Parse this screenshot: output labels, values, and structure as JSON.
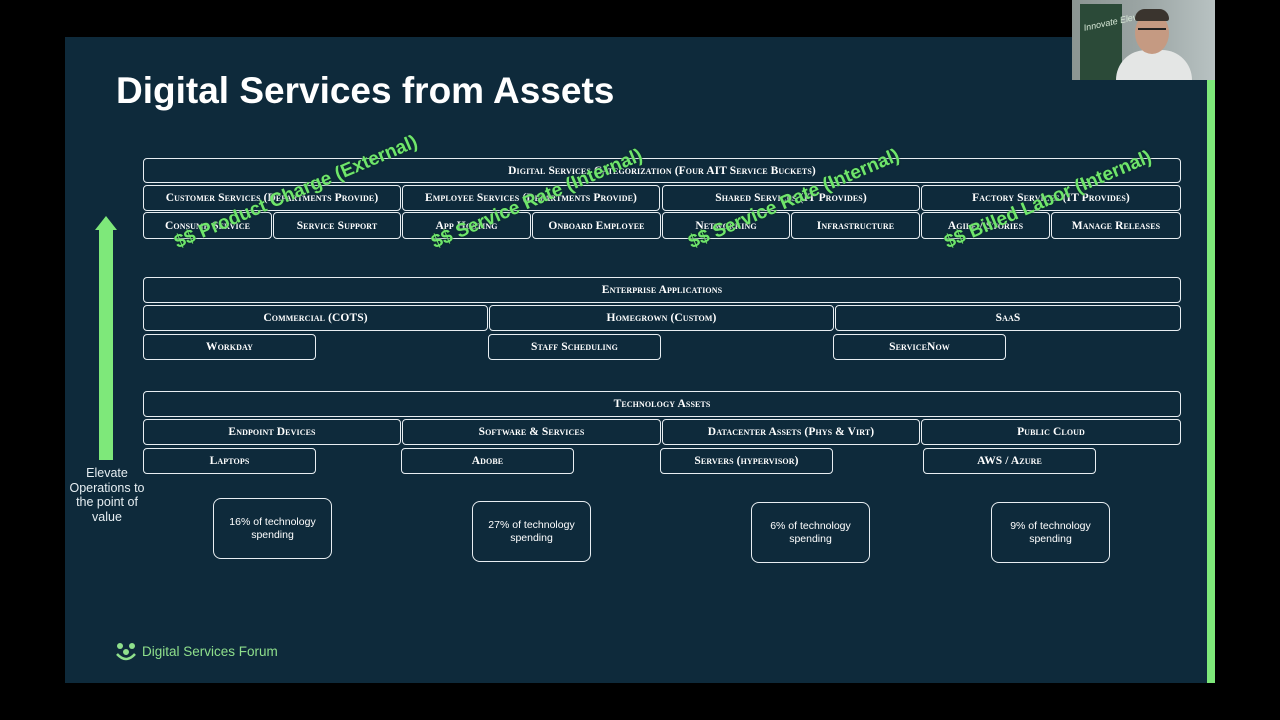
{
  "title": "Digital Services from Assets",
  "top_section": {
    "header": "Digital Services Categorization (Four AIT Service Buckets)",
    "categories": [
      "Customer Services (Departments Provide)",
      "Employee Services (Departments Provide)",
      "Shared Services (IT Provides)",
      "Factory Services (IT Provides)"
    ],
    "services": [
      "Consume Service",
      "Service Support",
      "App Hosting",
      "Onboard Employee",
      "Networking",
      "Infrastructure",
      "Agile / Stories",
      "Manage Releases"
    ]
  },
  "overlays": [
    "$$ Product Charge (External)",
    "$$ Service Rate (Internal)",
    "$$ Service Rate (Internal)",
    "$$ Billed Labor (Internal)"
  ],
  "middle_section": {
    "header": "Enterprise Applications",
    "categories": [
      "Commercial (COTS)",
      "Homegrown (Custom)",
      "SaaS"
    ],
    "examples": [
      "Workday",
      "Staff Scheduling",
      "ServiceNow"
    ]
  },
  "bottom_section": {
    "header": "Technology Assets",
    "categories": [
      "Endpoint Devices",
      "Software & Services",
      "Datacenter Assets (Phys & Virt)",
      "Public Cloud"
    ],
    "examples": [
      "Laptops",
      "Adobe",
      "Servers (hypervisor)",
      "AWS / Azure"
    ]
  },
  "spending": [
    "16% of technology spending",
    "27% of technology spending",
    "6% of technology spending",
    "9% of technology spending"
  ],
  "arrow_label": "Elevate Operations to the point of value",
  "footer": {
    "brand": "Digital Services Forum"
  },
  "webcam": {
    "board_text": "Innovate Elevate"
  },
  "colors": {
    "background": "#0e2a3b",
    "accent": "#7ee87a",
    "box_border": "#e8eef2"
  }
}
